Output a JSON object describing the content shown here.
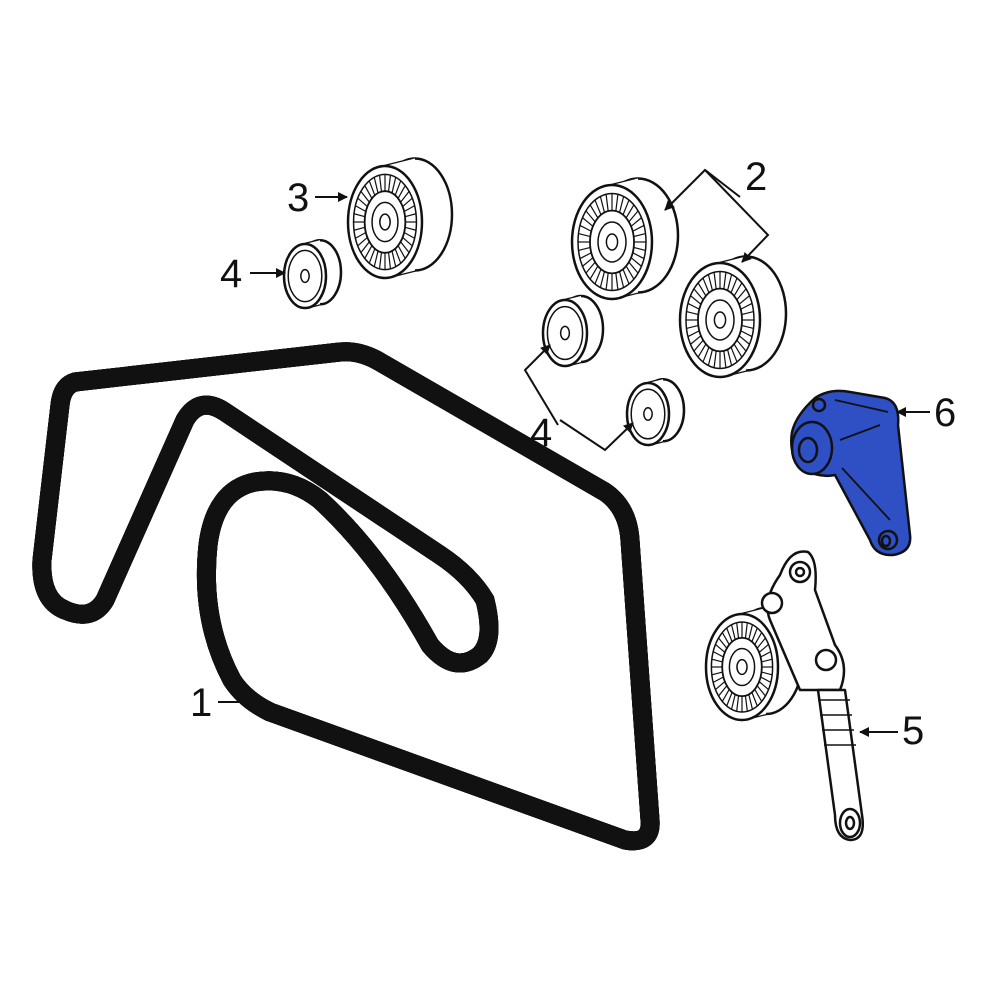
{
  "diagram": {
    "highlight_color": "#2f4fc4",
    "line_color": "#111111",
    "callouts": [
      {
        "id": "1",
        "label": "1",
        "part": "serpentine-belt"
      },
      {
        "id": "2",
        "label": "2",
        "part": "idler-pulley-ribbed"
      },
      {
        "id": "3",
        "label": "3",
        "part": "idler-pulley-ribbed"
      },
      {
        "id": "4a",
        "label": "4",
        "part": "idler-pulley-small"
      },
      {
        "id": "4b",
        "label": "4",
        "part": "idler-pulley-small"
      },
      {
        "id": "5",
        "label": "5",
        "part": "belt-tensioner"
      },
      {
        "id": "6",
        "label": "6",
        "part": "tensioner-bracket"
      }
    ]
  }
}
